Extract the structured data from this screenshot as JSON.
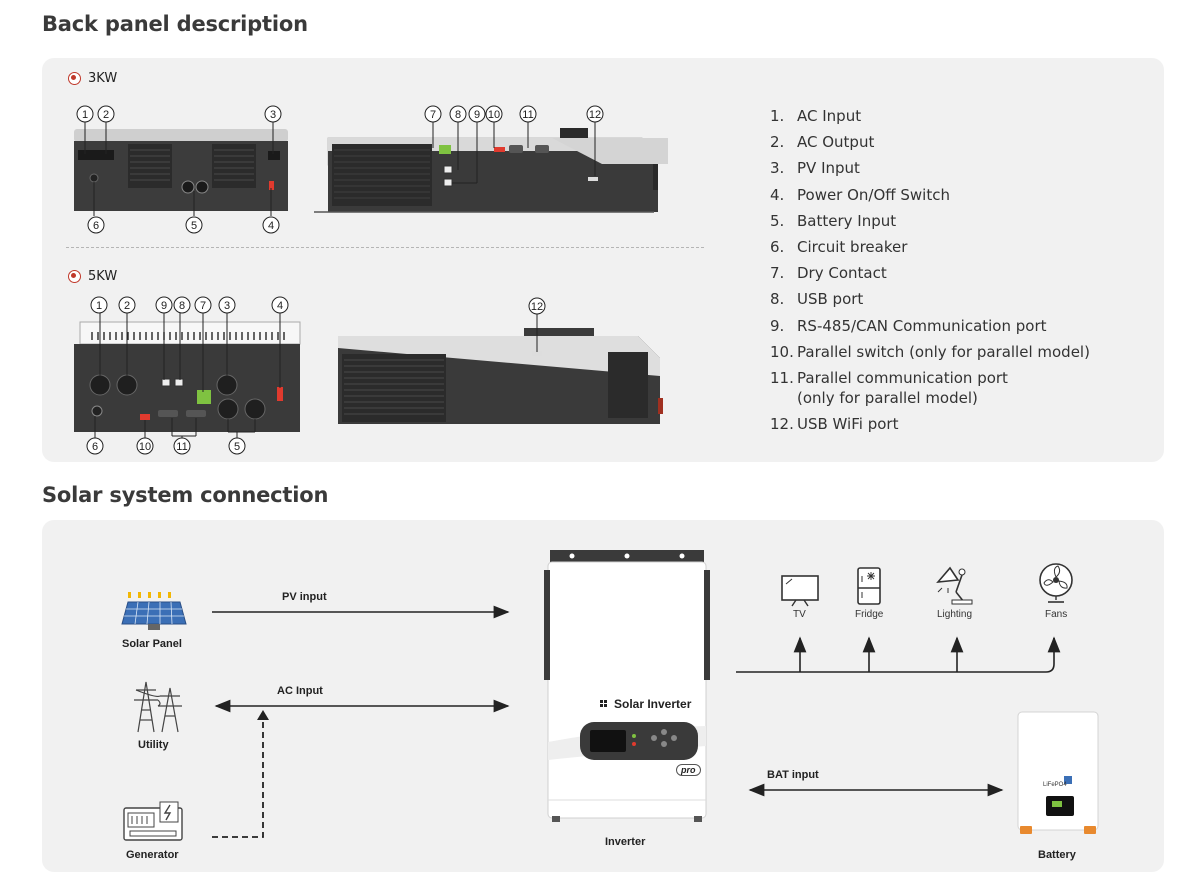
{
  "sections": {
    "back_panel_title": "Back panel description",
    "solar_title": "Solar system connection"
  },
  "models": {
    "model_3kw": "3KW",
    "model_5kw": "5KW"
  },
  "callouts": {
    "c1": "1",
    "c2": "2",
    "c3": "3",
    "c4": "4",
    "c5": "5",
    "c6": "6",
    "c7": "7",
    "c8": "8",
    "c9": "9",
    "c10": "10",
    "c11": "11",
    "c12": "12"
  },
  "legend": [
    {
      "num": "1.",
      "text": "AC Input"
    },
    {
      "num": "2.",
      "text": "AC Output"
    },
    {
      "num": "3.",
      "text": "PV Input"
    },
    {
      "num": "4.",
      "text": "Power On/Off Switch"
    },
    {
      "num": "5.",
      "text": "Battery Input"
    },
    {
      "num": "6.",
      "text": "Circuit breaker"
    },
    {
      "num": "7.",
      "text": "Dry Contact"
    },
    {
      "num": "8.",
      "text": "USB port"
    },
    {
      "num": "9.",
      "text": "RS-485/CAN Communication port"
    },
    {
      "num": "10.",
      "text": "Parallel switch (only for parallel model)"
    },
    {
      "num": "11.",
      "text": "Parallel communication port\n(only for parallel model)"
    },
    {
      "num": "12.",
      "text": "USB WiFi port"
    }
  ],
  "diagram": {
    "solar_panel": "Solar Panel",
    "utility": "Utility",
    "generator": "Generator",
    "pv_input": "PV input",
    "ac_input": "AC Input",
    "bat_input": "BAT input",
    "inverter": "Inverter",
    "inverter_brand": "Solar Inverter",
    "inverter_badge": "pro",
    "battery": "Battery",
    "battery_brand": "LiFePO4",
    "tv": "TV",
    "fridge": "Fridge",
    "lighting": "Lighting",
    "fans": "Fans"
  },
  "colors": {
    "panel_bg": "#f1f1f1",
    "radio_red": "#c0392b",
    "connector_green": "#7fc241",
    "switch_red": "#e03a2e",
    "solar_yellow": "#f2b705",
    "solar_blue": "#3b6fb6",
    "terminal_orange": "#e8892e"
  }
}
